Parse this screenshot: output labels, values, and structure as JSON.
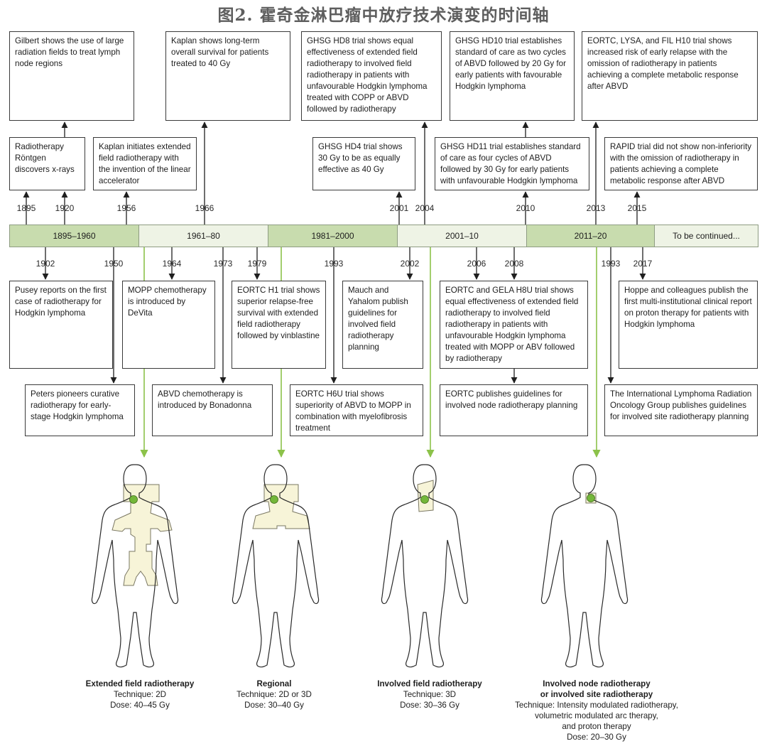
{
  "title": "图2. 霍奇金淋巴瘤中放疗技术演变的时间轴",
  "periods": [
    "1895–1960",
    "1961–80",
    "1981–2000",
    "2001–10",
    "2011–20",
    "To be continued..."
  ],
  "years_above": [
    "1895",
    "1920",
    "1956",
    "1966",
    "2001",
    "2004",
    "2010",
    "2013",
    "2015"
  ],
  "years_below": [
    "1902",
    "1950",
    "1964",
    "1973",
    "1979",
    "1993",
    "2002",
    "2006",
    "2008",
    "1993",
    "2017"
  ],
  "above_top": [
    "Gilbert shows the use of large radiation fields to treat lymph node regions",
    "Kaplan shows long-term overall survival for patients treated to 40 Gy",
    "GHSG HD8 trial shows equal effectiveness of extended field radiotherapy to involved field radiotherapy in patients with unfavourable Hodgkin lymphoma treated with COPP or ABVD followed by radiotherapy",
    "GHSG HD10 trial establishes standard of care as two cycles of ABVD followed by 20 Gy for early patients with favourable Hodgkin lymphoma",
    "EORTC, LYSA, and FIL H10 trial shows increased risk of early relapse with the omission of radiotherapy in patients achieving a complete metabolic response after ABVD"
  ],
  "above_mid": [
    "Radiotherapy Röntgen discovers x-rays",
    "Kaplan initiates extended field radiotherapy with the invention of the linear accelerator",
    "GHSG HD4 trial shows 30 Gy to be as equally effective as 40 Gy",
    "GHSG HD11 trial establishes standard of care as four cycles of ABVD followed by 30 Gy for early patients with unfavourable Hodgkin lymphoma",
    "RAPID trial did not show non-inferiority with the omission of radiotherapy in patients achieving a complete metabolic response after ABVD"
  ],
  "below_upper": [
    "Pusey reports on the first case of radiotherapy for Hodgkin lymphoma",
    "MOPP chemotherapy is introduced by DeVita",
    "EORTC H1 trial shows superior relapse-free survival with extended field radiotherapy followed by vinblastine",
    "Mauch and Yahalom publish guidelines for involved field radiotherapy planning",
    "EORTC and GELA H8U trial shows equal effectiveness of extended field radiotherapy to involved field radiotherapy in patients with unfavourable Hodgkin lymphoma treated with MOPP or ABV followed by radiotherapy",
    "Hoppe and colleagues publish the first multi-institutional clinical report on proton therapy for patients with Hodgkin lymphoma"
  ],
  "below_lower": [
    "Peters pioneers curative radiotherapy for early-stage Hodgkin lymphoma",
    "ABVD chemotherapy is introduced by Bonadonna",
    "EORTC H6U trial shows superiority of ABVD to MOPP in combination with myelofibrosis treatment",
    "EORTC publishes guidelines for involved node radiotherapy planning",
    "The International Lymphoma Radiation Oncology Group publishes guidelines for involved site radiotherapy planning"
  ],
  "captions": [
    {
      "title": [
        "Extended field radiotherapy"
      ],
      "lines": [
        "Technique: 2D",
        "Dose: 40–45 Gy"
      ]
    },
    {
      "title": [
        "Regional"
      ],
      "lines": [
        "Technique: 2D or 3D",
        "Dose: 30–40 Gy"
      ]
    },
    {
      "title": [
        "Involved field radiotherapy"
      ],
      "lines": [
        "Technique: 3D",
        "Dose: 30–36 Gy"
      ]
    },
    {
      "title": [
        "Involved node radiotherapy",
        "or involved site radiotherapy"
      ],
      "lines": [
        "Technique: Intensity modulated radiotherapy,",
        "volumetric modulated arc therapy,",
        "and proton therapy",
        "Dose: 20–30 Gy"
      ]
    }
  ],
  "colors": {
    "arrow": "#1f1f1f",
    "green_arrow": "#8cc24a",
    "field_fill": "#f7f4d8",
    "field_stroke": "#7a7762",
    "node": "#74b73a",
    "period_dark": "#c8dcae",
    "period_light": "#eef3e5"
  }
}
